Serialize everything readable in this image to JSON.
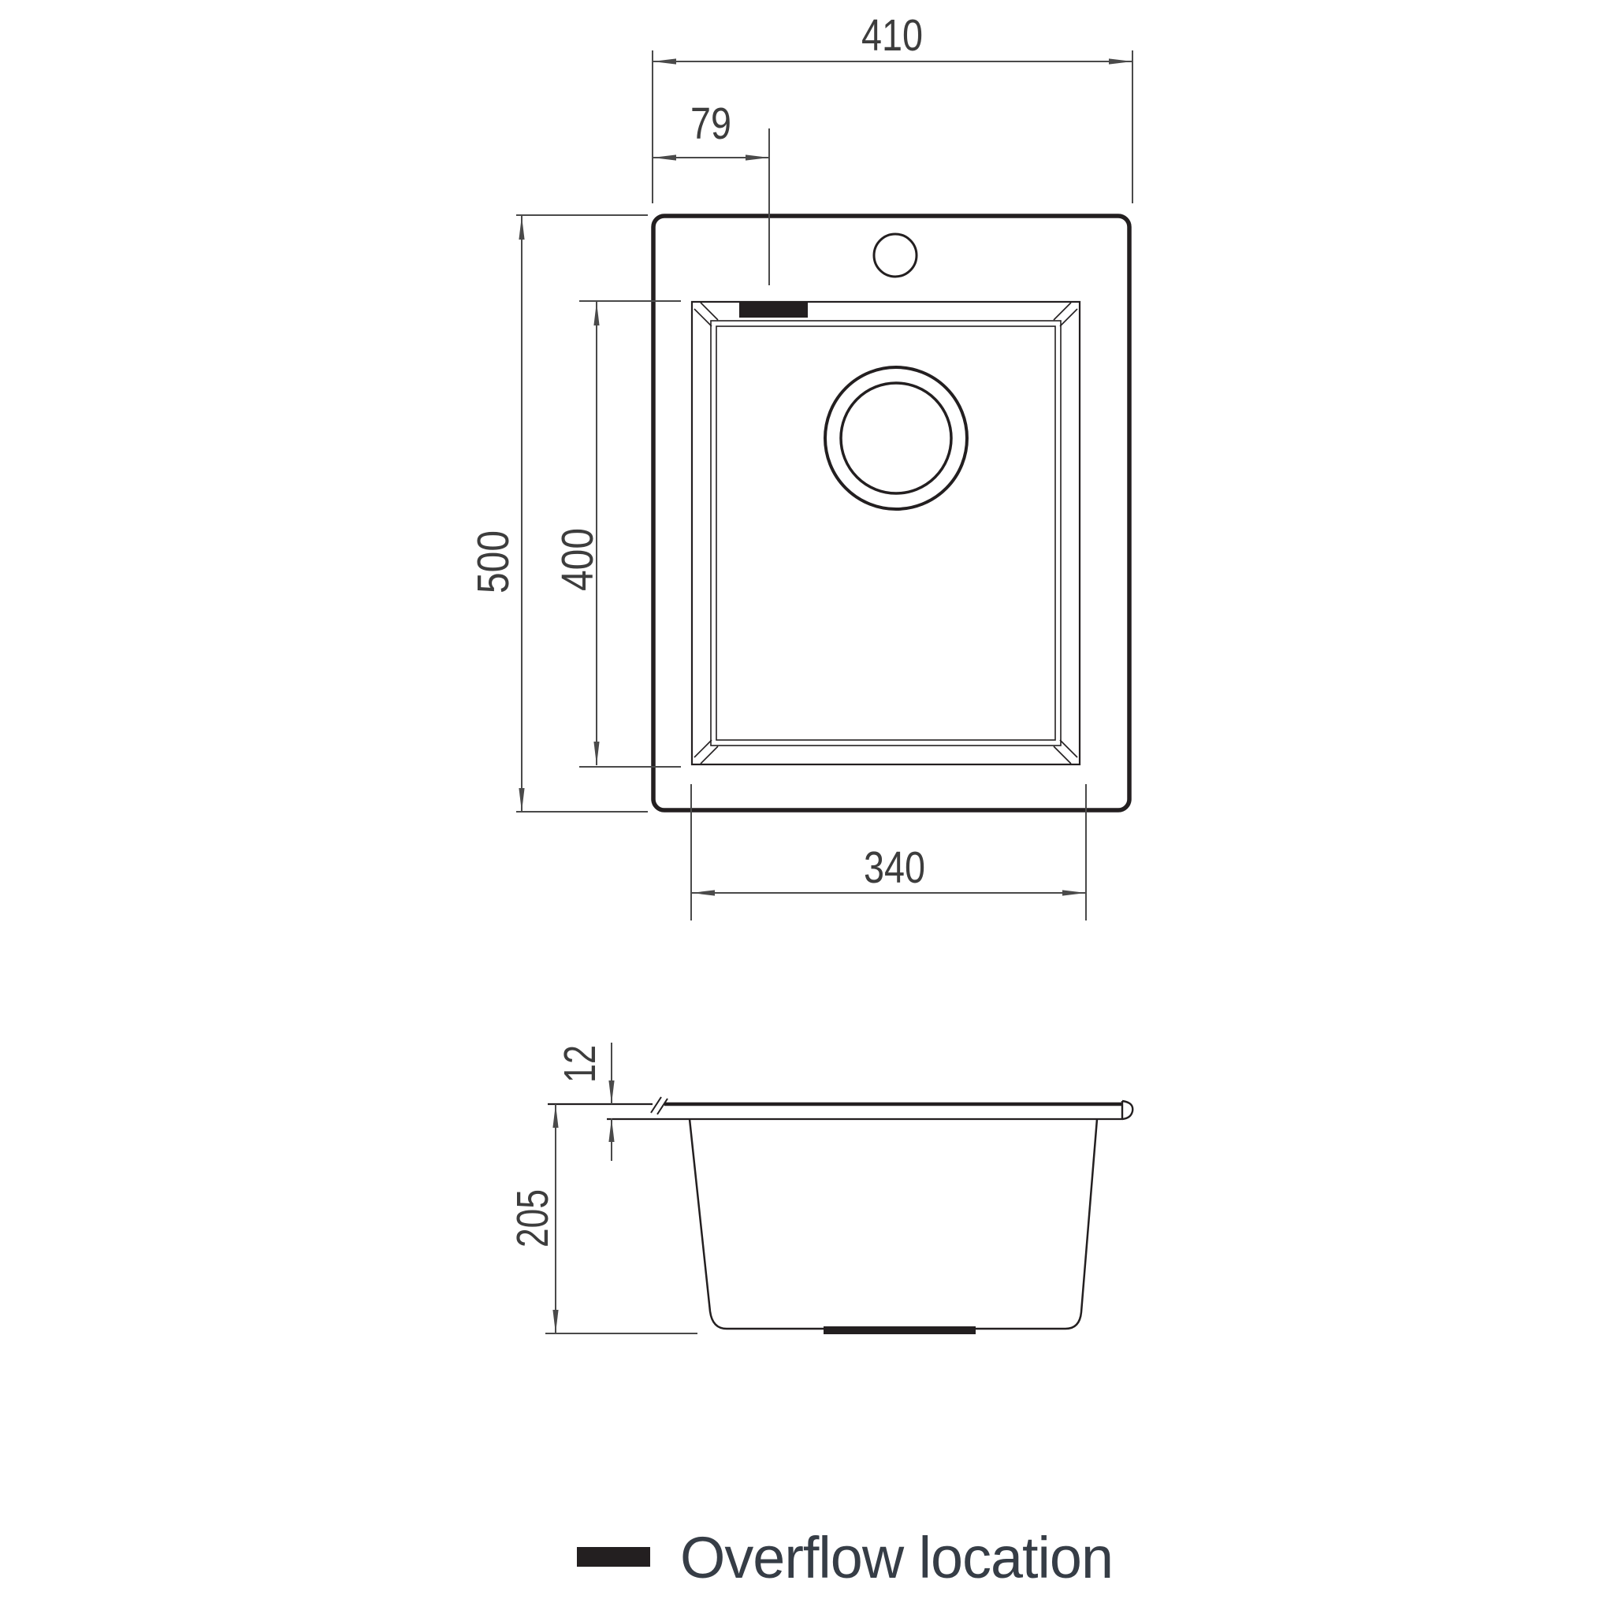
{
  "dimensions": {
    "top_view": {
      "overall_width": "410",
      "overflow_offset": "79",
      "overall_depth": "500",
      "bowl_length": "400",
      "bowl_width": "340"
    },
    "side_view": {
      "rim_thickness": "12",
      "bowl_depth": "205"
    }
  },
  "legend": {
    "overflow_label": "Overflow location"
  },
  "colors": {
    "outline": "#231f20",
    "dimension_line": "#4a4a4a",
    "dimension_text": "#3d3d3d",
    "legend_text": "#363d46",
    "overflow_fill": "#231f20",
    "background": "#ffffff"
  }
}
